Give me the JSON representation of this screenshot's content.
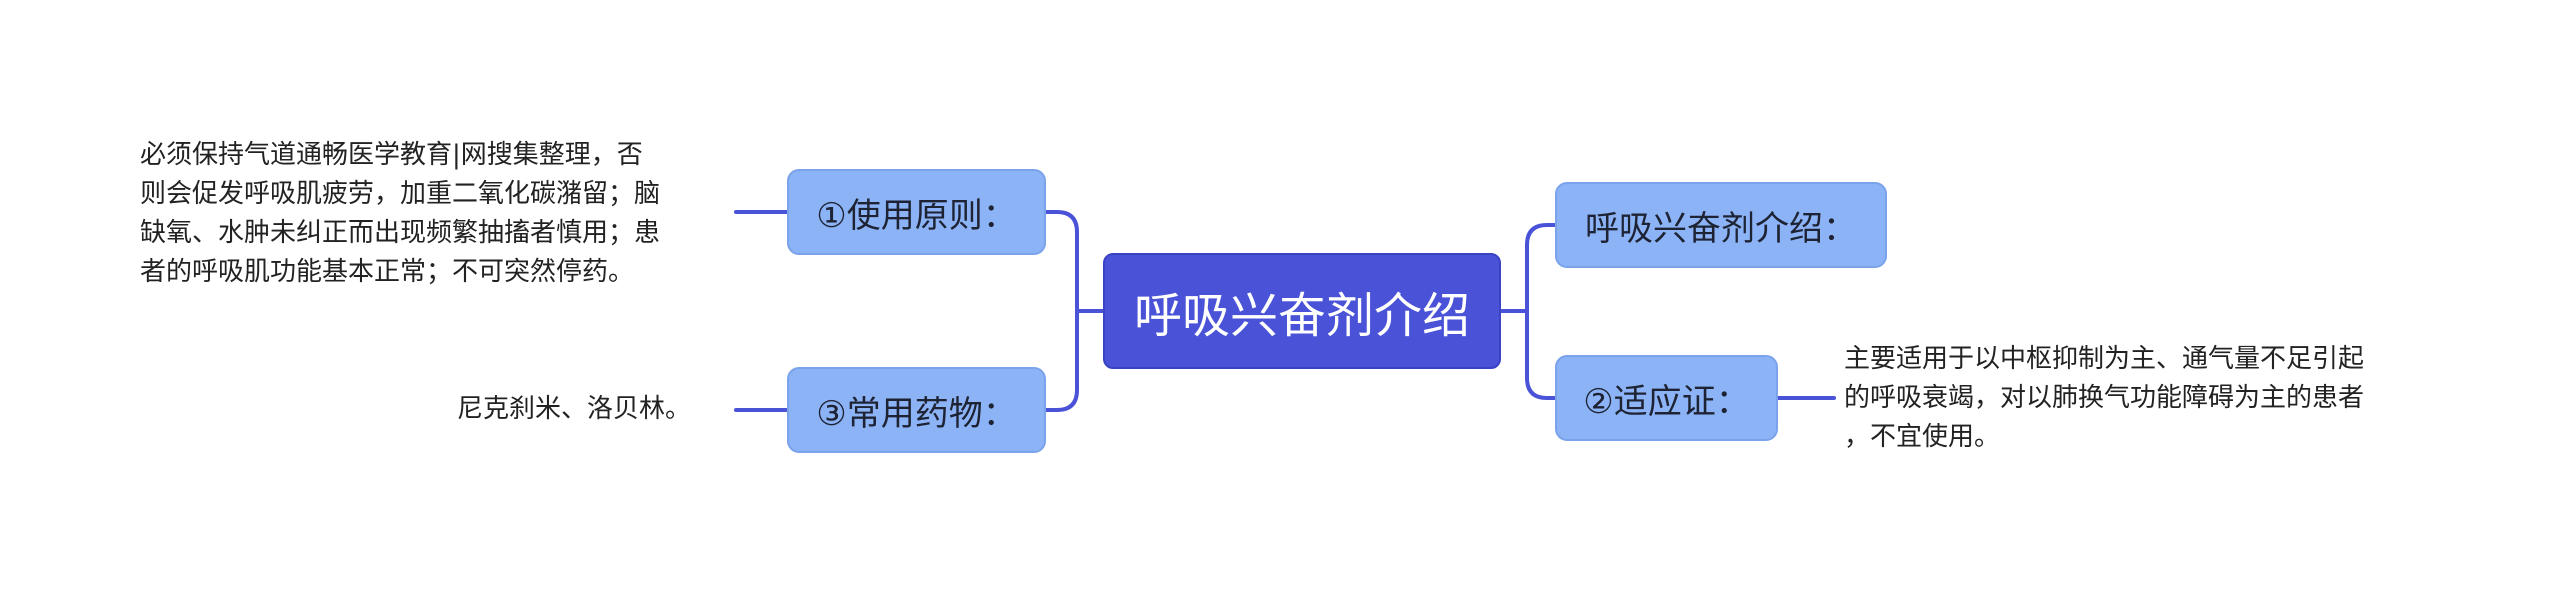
{
  "root": {
    "label": "呼吸兴奋剂介绍"
  },
  "branches": [
    {
      "label": "①使用原则：",
      "leaf": [
        "必须保持气道通畅医学教育|网搜集整理，否",
        "则会促发呼吸肌疲劳，加重二氧化碳潴留；脑",
        "缺氧、水肿未纠正而出现频繁抽搐者慎用；患",
        "者的呼吸肌功能基本正常；不可突然停药。"
      ]
    },
    {
      "label": "③常用药物：",
      "leaf": [
        "尼克刹米、洛贝林。"
      ]
    },
    {
      "label": "呼吸兴奋剂介绍：",
      "leaf": []
    },
    {
      "label": "②适应证：",
      "leaf": [
        "主要适用于以中枢抑制为主、通气量不足引起",
        "的呼吸衰竭，对以肺换气功能障碍为主的患者",
        "，不宜使用。"
      ]
    }
  ],
  "colors": {
    "root_fill": "#4a53d8",
    "branch_fill": "#8db3f7",
    "connector": "#4a53d8"
  }
}
